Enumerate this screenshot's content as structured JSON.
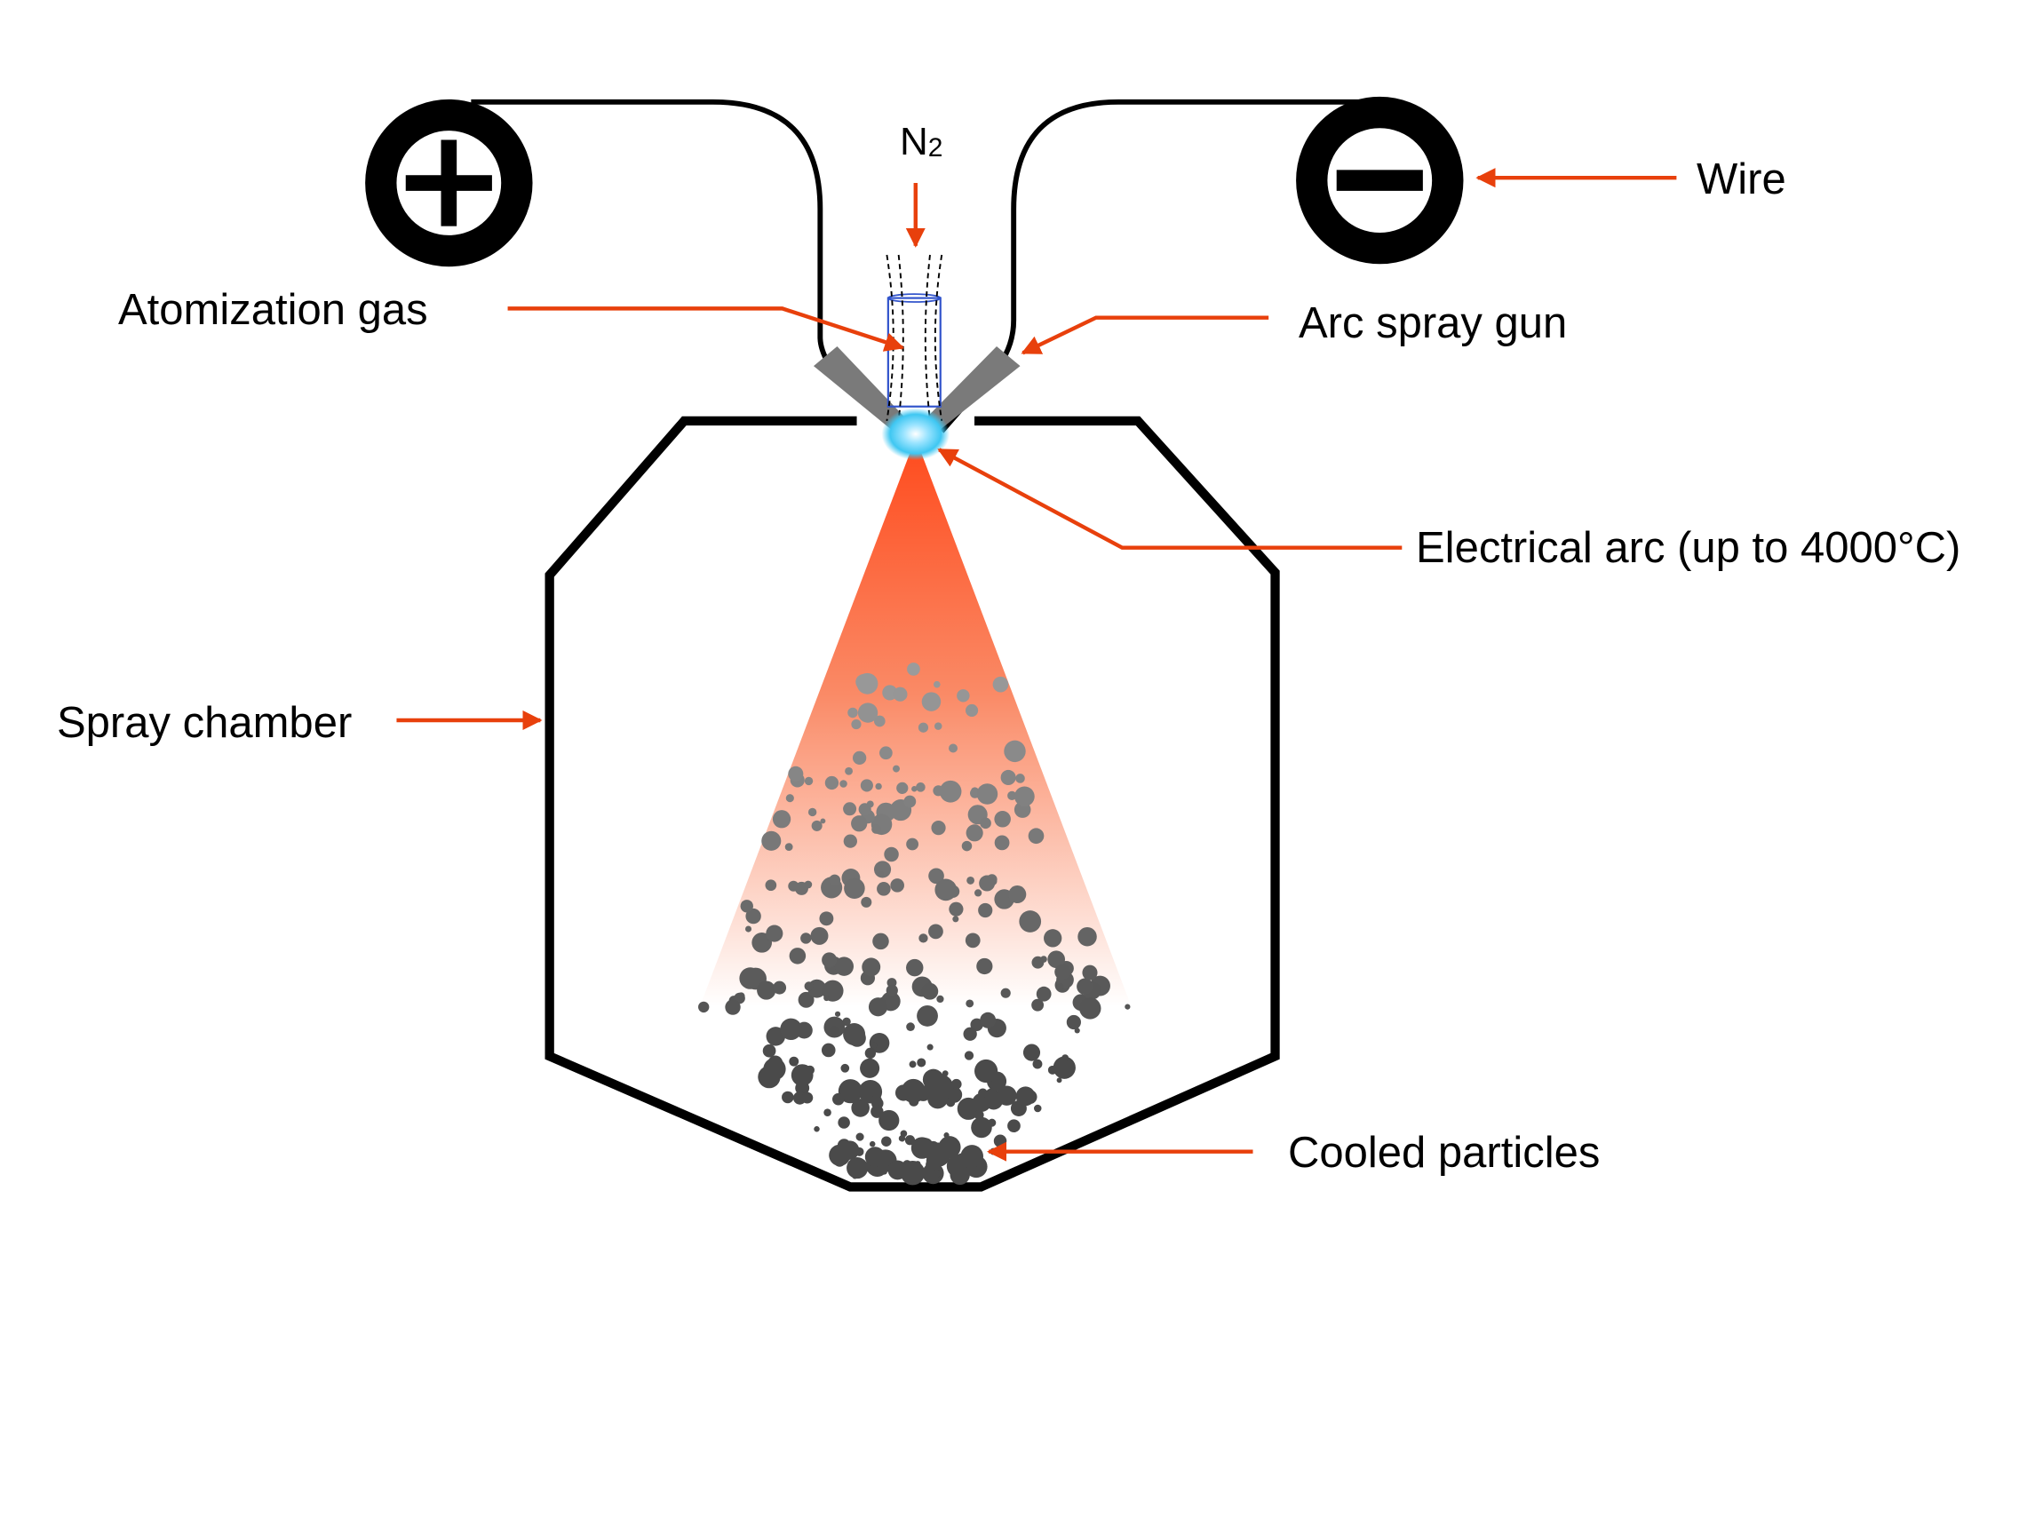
{
  "labels": {
    "wire": "Wire",
    "atomization_gas": "Atomization gas",
    "arc_spray_gun": "Arc spray gun",
    "electrical_arc": "Electrical arc (up to 4000°C)",
    "spray_chamber": "Spray chamber",
    "cooled_particles": "Cooled particles"
  },
  "gas": {
    "symbol": "N",
    "subscript": "2"
  },
  "terminals": {
    "positive": "plus-icon",
    "negative": "minus-icon"
  },
  "colors": {
    "arrow": "#e8400c",
    "outline": "#000000",
    "spray_top": "#ff4a1c",
    "arc_glow": "#3fc7f2",
    "particle_dark": "#4a4a4a",
    "particle_light": "#9c9c9c",
    "nozzle": "#7a7a7a",
    "nozzle_tube": "#3355cc"
  }
}
